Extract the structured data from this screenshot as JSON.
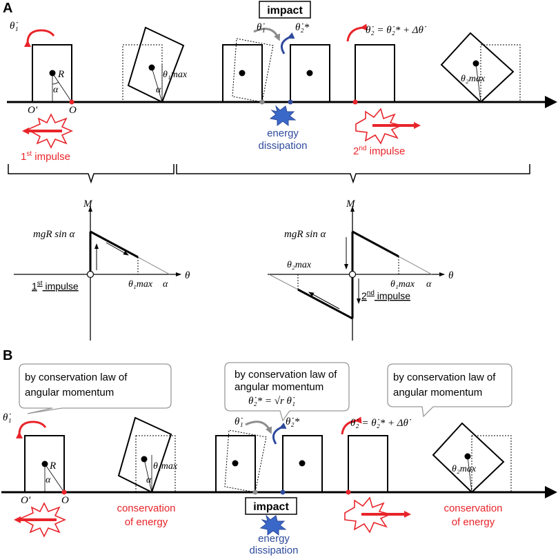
{
  "panel_a": {
    "label": "A",
    "impact": "impact",
    "energy_line1": "energy",
    "energy_line2": "dissipation",
    "impulse1_base": "1",
    "impulse1_sup": "st",
    "impulse1_rest": " impulse",
    "impulse2_base": "2",
    "impulse2_sup": "nd",
    "impulse2_rest": " impulse",
    "theta1_dot": "θ̇₁",
    "theta2_star": "θ̇₂*",
    "theta2_eq": "θ̇₂ = θ̇₂* + Δθ̇",
    "R": "R",
    "alpha": "α",
    "O": "O",
    "O_prime": "O'",
    "theta1max": "θ₁max",
    "theta2max": "θ₂max"
  },
  "moment_plots": {
    "left": {
      "y_axis": "M",
      "x_axis": "θ",
      "peak_label": "mgR sin α",
      "theta1max": "θ₁max",
      "alpha": "α",
      "impulse_base": "1",
      "impulse_sup": "st",
      "impulse_rest": " impulse"
    },
    "right": {
      "y_axis": "M",
      "x_axis": "θ",
      "peak_label": "mgR sin α",
      "theta1max": "θ₁max",
      "theta2max": "θ₂max",
      "alpha": "α",
      "impulse_base": "2",
      "impulse_sup": "nd",
      "impulse_rest": " impulse"
    }
  },
  "panel_b": {
    "label": "B",
    "bubble1_line1": "by conservation law of",
    "bubble1_line2": "angular momentum",
    "bubble2_line1": "by conservation law of",
    "bubble2_line2": "angular momentum",
    "bubble2_eq": "θ̇₂* = √r θ̇₁",
    "bubble3_line1": "by conservation law of",
    "bubble3_line2": "angular momentum",
    "cons1_line1": "conservation",
    "cons1_line2": "of energy",
    "cons2_line1": "conservation",
    "cons2_line2": "of energy",
    "impact": "impact",
    "energy_line1": "energy",
    "energy_line2": "dissipation",
    "theta1_dot": "θ̇₁",
    "theta2_star": "θ̇₂*",
    "theta2_eq": "θ̇₂ = θ̇₂* + Δθ̇",
    "R": "R",
    "alpha": "α",
    "O": "O",
    "O_prime": "O'",
    "theta1max": "θ₁max",
    "theta2max": "θ₂max"
  },
  "colors": {
    "red": "#e8242a",
    "blue": "#2e4a9c",
    "gray": "#8c8c8c",
    "black": "#000000"
  }
}
